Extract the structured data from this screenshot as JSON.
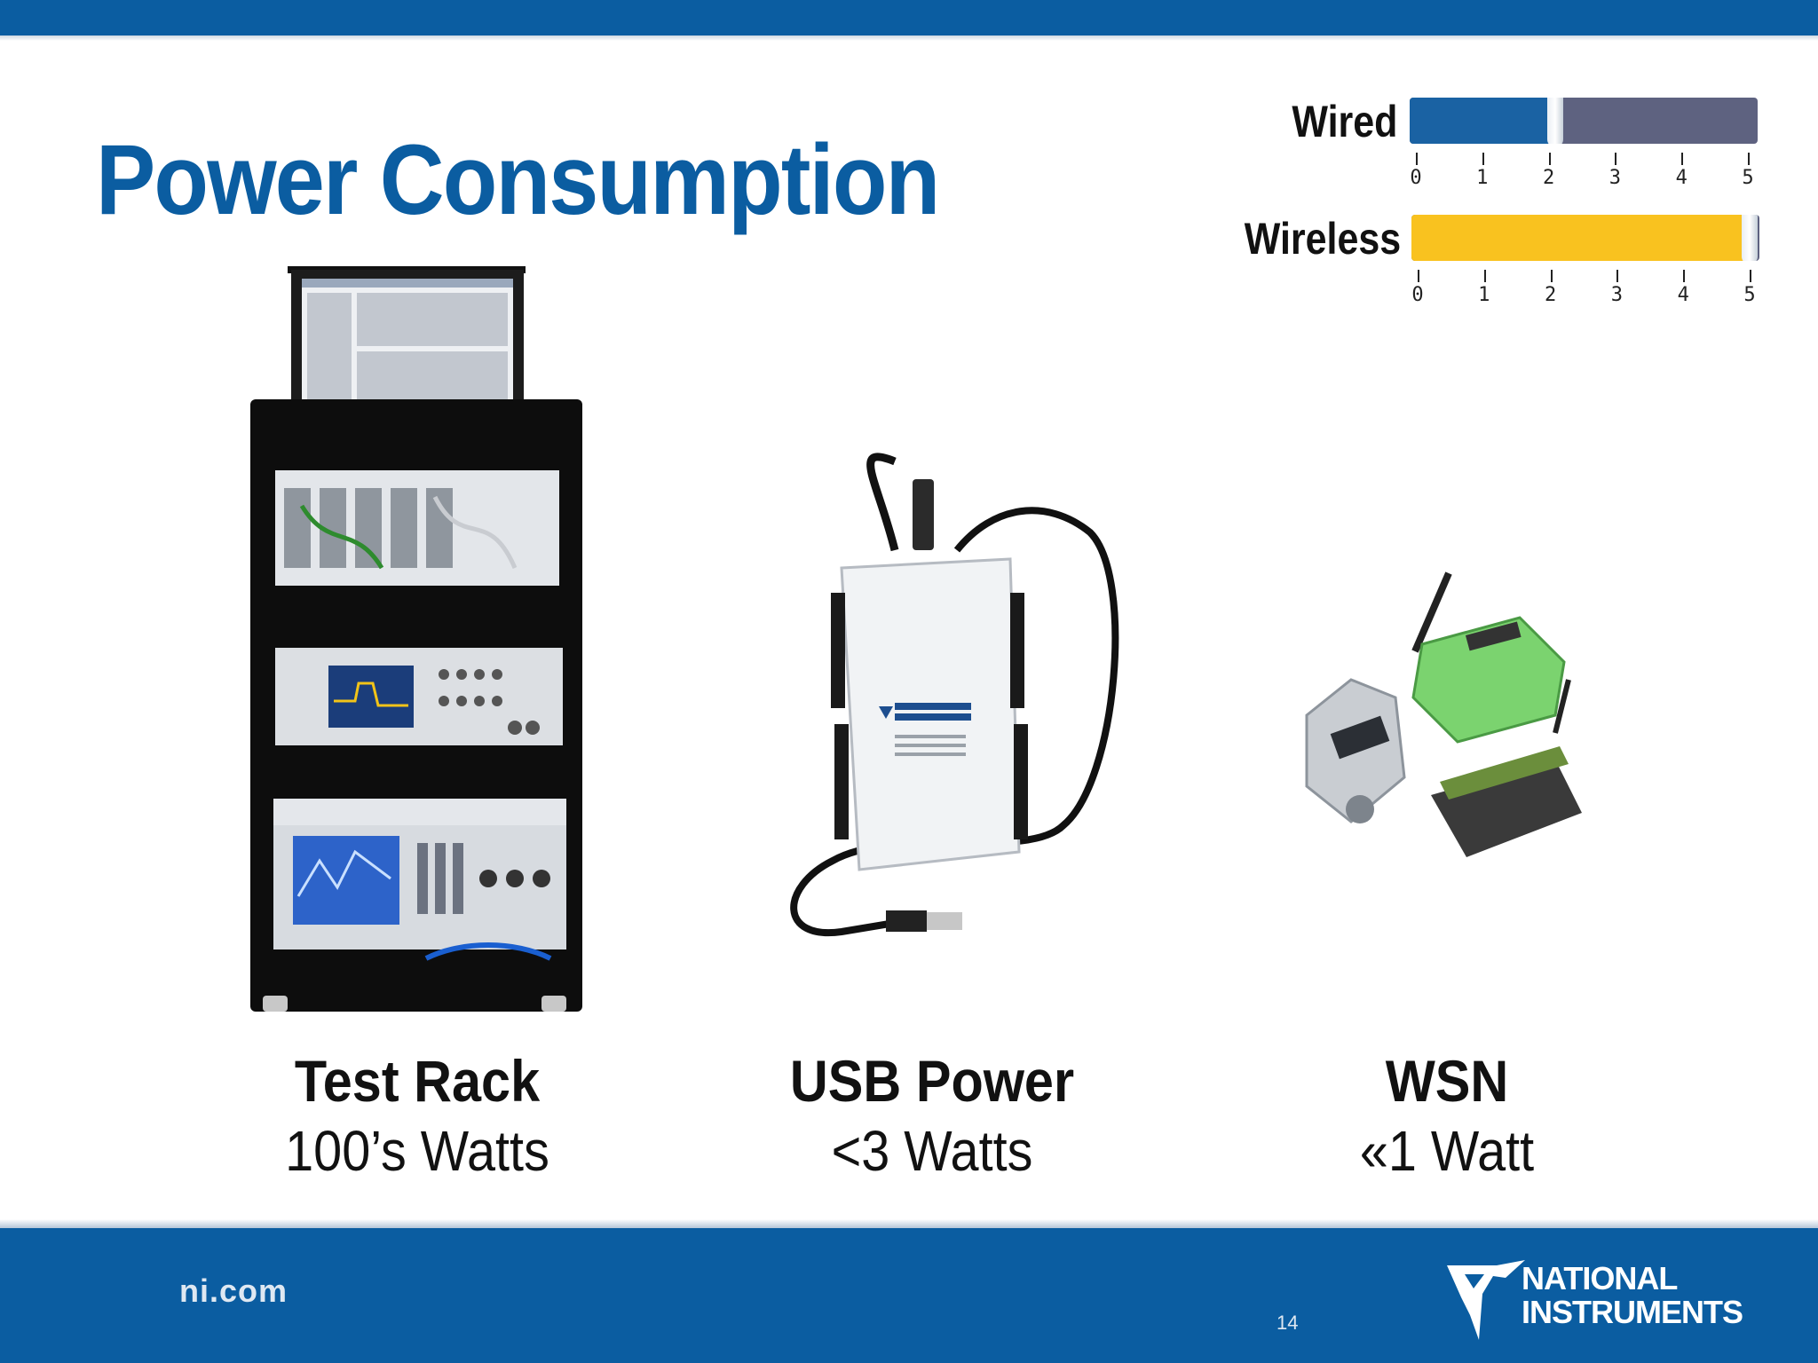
{
  "slide": {
    "title": "Power Consumption",
    "footer_site": "ni.com",
    "page_number": "14",
    "logo_text": [
      "NATIONAL",
      "INSTRUMENTS"
    ]
  },
  "comparison": {
    "scale_labels": [
      "0",
      "1",
      "2",
      "3",
      "4",
      "5"
    ],
    "scale_max": 5,
    "bars": [
      {
        "label": "Wired",
        "value": 2.1,
        "color": "#1a62a3"
      },
      {
        "label": "Wireless",
        "value": 5,
        "color": "#f9c21f"
      }
    ]
  },
  "items": [
    {
      "title": "Test Rack",
      "subtitle": "100’s Watts"
    },
    {
      "title": "USB Power",
      "subtitle": "<3 Watts"
    },
    {
      "title": "WSN",
      "subtitle": "«1 Watt"
    }
  ],
  "colors": {
    "brand_blue": "#0b5da1",
    "wireless_yellow": "#f9c21f",
    "wired_blue": "#1a62a3",
    "bar_track": "#5e6280"
  },
  "icons": [
    "test-rack-image",
    "usb-daq-image",
    "wsn-nodes-image",
    "ni-eagle-logo-icon"
  ]
}
